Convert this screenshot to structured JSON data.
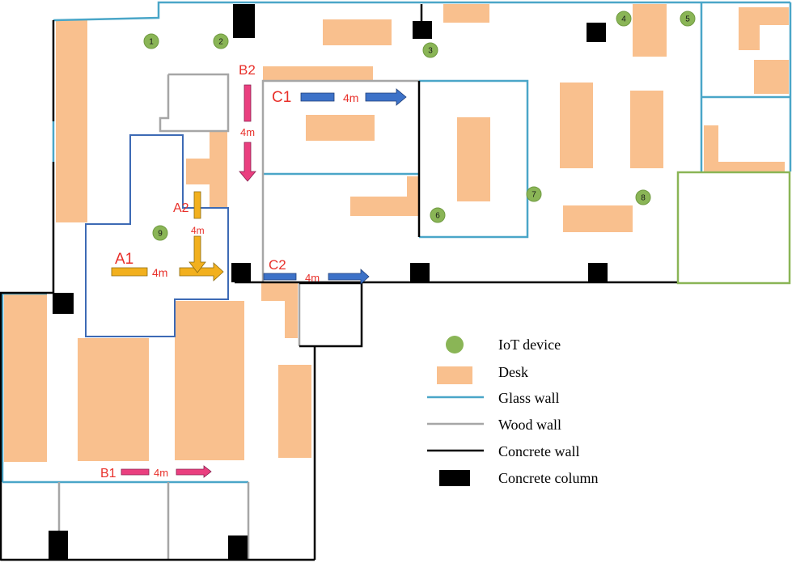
{
  "colors": {
    "desk": "#f9c08e",
    "iot": "#8ab556",
    "iot_stroke": "#6f9a40",
    "glass": "#4aa6c8",
    "wood": "#a6a6a6",
    "concrete": "#000000",
    "region_blue": "#3d6ab5",
    "green_room": "#8ab556",
    "yellow_arrow": "#f2b01e",
    "pink_arrow": "#ea3f7f",
    "blue_arrow": "#3d72c8",
    "label_red": "#e8302a"
  },
  "devices": [
    "1",
    "2",
    "3",
    "4",
    "5",
    "6",
    "7",
    "8",
    "9"
  ],
  "paths": {
    "a1": {
      "name": "A1",
      "distance": "4m"
    },
    "a2": {
      "name": "A2",
      "distance": "4m"
    },
    "b1": {
      "name": "B1",
      "distance": "4m"
    },
    "b2": {
      "name": "B2",
      "distance": "4m"
    },
    "c1": {
      "name": "C1",
      "distance": "4m"
    },
    "c2": {
      "name": "C2",
      "distance": "4m"
    }
  },
  "legend": {
    "iot": "IoT device",
    "desk": "Desk",
    "glass": "Glass wall",
    "wood": "Wood wall",
    "concrete": "Concrete wall",
    "column": "Concrete column"
  }
}
